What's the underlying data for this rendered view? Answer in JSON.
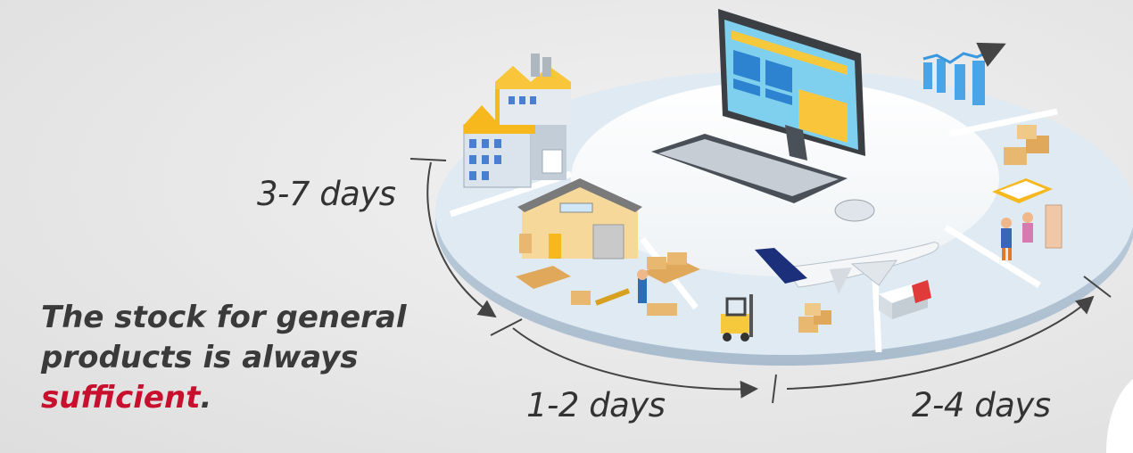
{
  "durations": {
    "production": "3-7 days",
    "warehouse": "1-2 days",
    "delivery": "2-4 days"
  },
  "headline": {
    "line1": "The stock for general",
    "line2": "products is always",
    "highlight": "sufficient",
    "end": "."
  },
  "colors": {
    "highlight": "#c8102e",
    "ring": "#dde9f2",
    "building_yellow": "#f6b81c",
    "screen": "#7fd0ee"
  },
  "icons": [
    "factory-icon",
    "warehouse-icon",
    "computer-icon",
    "keyboard-icon",
    "mouse-icon",
    "growth-chart-icon",
    "parcels-icon",
    "clipboard-icon",
    "delivery-person-icon",
    "forklift-icon",
    "airplane-icon",
    "truck-icon",
    "pallet-icon",
    "hand-truck-icon"
  ]
}
